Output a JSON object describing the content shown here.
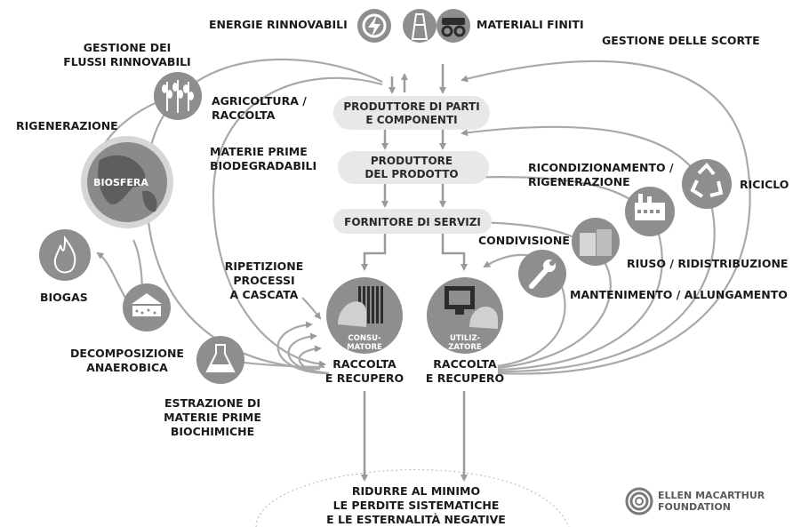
{
  "top": {
    "renewables": "ENERGIE RINNOVABILI",
    "finite": "MATERIALI FINITI"
  },
  "left": {
    "renewable_flows": [
      "GESTIONE DEI",
      "FLUSSI RINNOVABILI"
    ],
    "regeneration": "RIGENERAZIONE",
    "agriculture": [
      "AGRICOLTURA /",
      "RACCOLTA"
    ],
    "biodegradable": [
      "MATERIE PRIME",
      "BIODEGRADABILI"
    ],
    "biosphere": "BIOSFERA",
    "biogas": "BIOGAS",
    "anaerobic": [
      "DECOMPOSIZIONE",
      "ANAEROBICA"
    ],
    "extraction": [
      "ESTRAZIONE DI",
      "MATERIE PRIME",
      "BIOCHIMICHE"
    ],
    "cascade": [
      "RIPETIZIONE",
      "PROCESSI",
      "A CASCATA"
    ]
  },
  "right": {
    "stock_management": "GESTIONE DELLE SCORTE",
    "recycling": "RICICLO",
    "refurbish": [
      "RICONDIZIONAMENTO /",
      "RIGENERAZIONE"
    ],
    "reuse": "RIUSO / RIDISTRIBUZIONE",
    "sharing": "CONDIVISIONE",
    "maintenance": "MANTENIMENTO / ALLUNGAMENTO"
  },
  "center": {
    "parts_manufacturer": [
      "PRODUTTORE DI PARTI",
      "E COMPONENTI"
    ],
    "product_manufacturer": [
      "PRODUTTORE",
      "DEL PRODOTTO"
    ],
    "service_provider": "FORNITORE DI SERVIZI",
    "consumer": [
      "CONSU-",
      "MATORE"
    ],
    "user": [
      "UTILIZ-",
      "ZATORE"
    ],
    "collection_left": [
      "RACCOLTA",
      "E RECUPERO"
    ],
    "collection_right": [
      "RACCOLTA",
      "E RECUPERO"
    ]
  },
  "bottom": {
    "minimize": [
      "RIDURRE AL MINIMO",
      "LE PERDITE SISTEMATICHE",
      "E LE ESTERNALITÀ NEGATIVE"
    ]
  },
  "logo": {
    "line1": "ELLEN MACARTHUR",
    "line2": "FOUNDATION"
  },
  "icons": [
    "energy-icon",
    "oil-rig-icon",
    "mining-truck-icon",
    "crops-icon",
    "globe-icon",
    "flame-icon",
    "compost-icon",
    "flask-icon",
    "consumer-icon",
    "monitor-user-icon",
    "wrench-icon",
    "boxes-icon",
    "factory-icon",
    "recycle-icon"
  ]
}
